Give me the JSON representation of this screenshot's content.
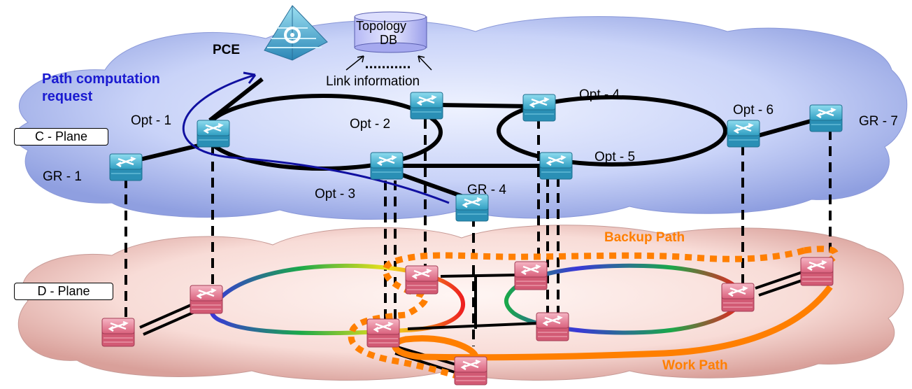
{
  "labels": {
    "pce": "PCE",
    "topology_db_line1": "Topology",
    "topology_db_line2": "DB",
    "link_information": "Link information",
    "path_request_line1": "Path computation",
    "path_request_line2": "request",
    "c_plane": "C - Plane",
    "d_plane": "D - Plane",
    "backup_path": "Backup Path",
    "work_path": "Work Path"
  },
  "control_nodes": [
    {
      "id": "gr1",
      "label": "GR - 1"
    },
    {
      "id": "opt1",
      "label": "Opt - 1"
    },
    {
      "id": "opt2",
      "label": "Opt - 2"
    },
    {
      "id": "opt3",
      "label": "Opt - 3"
    },
    {
      "id": "gr4",
      "label": "GR - 4"
    },
    {
      "id": "opt4",
      "label": "Opt - 4"
    },
    {
      "id": "opt5",
      "label": "Opt - 5"
    },
    {
      "id": "opt6",
      "label": "Opt - 6"
    },
    {
      "id": "gr7",
      "label": "GR - 7"
    }
  ],
  "colors": {
    "c_plane_cloud": "#aebff0",
    "d_plane_cloud": "#f6d8d4",
    "control_node": "#4fb3d0",
    "data_node": "#e88aa0",
    "path_request": "#1010a0",
    "backup_path": "#ff7f00",
    "work_path": "#ff7f00"
  }
}
